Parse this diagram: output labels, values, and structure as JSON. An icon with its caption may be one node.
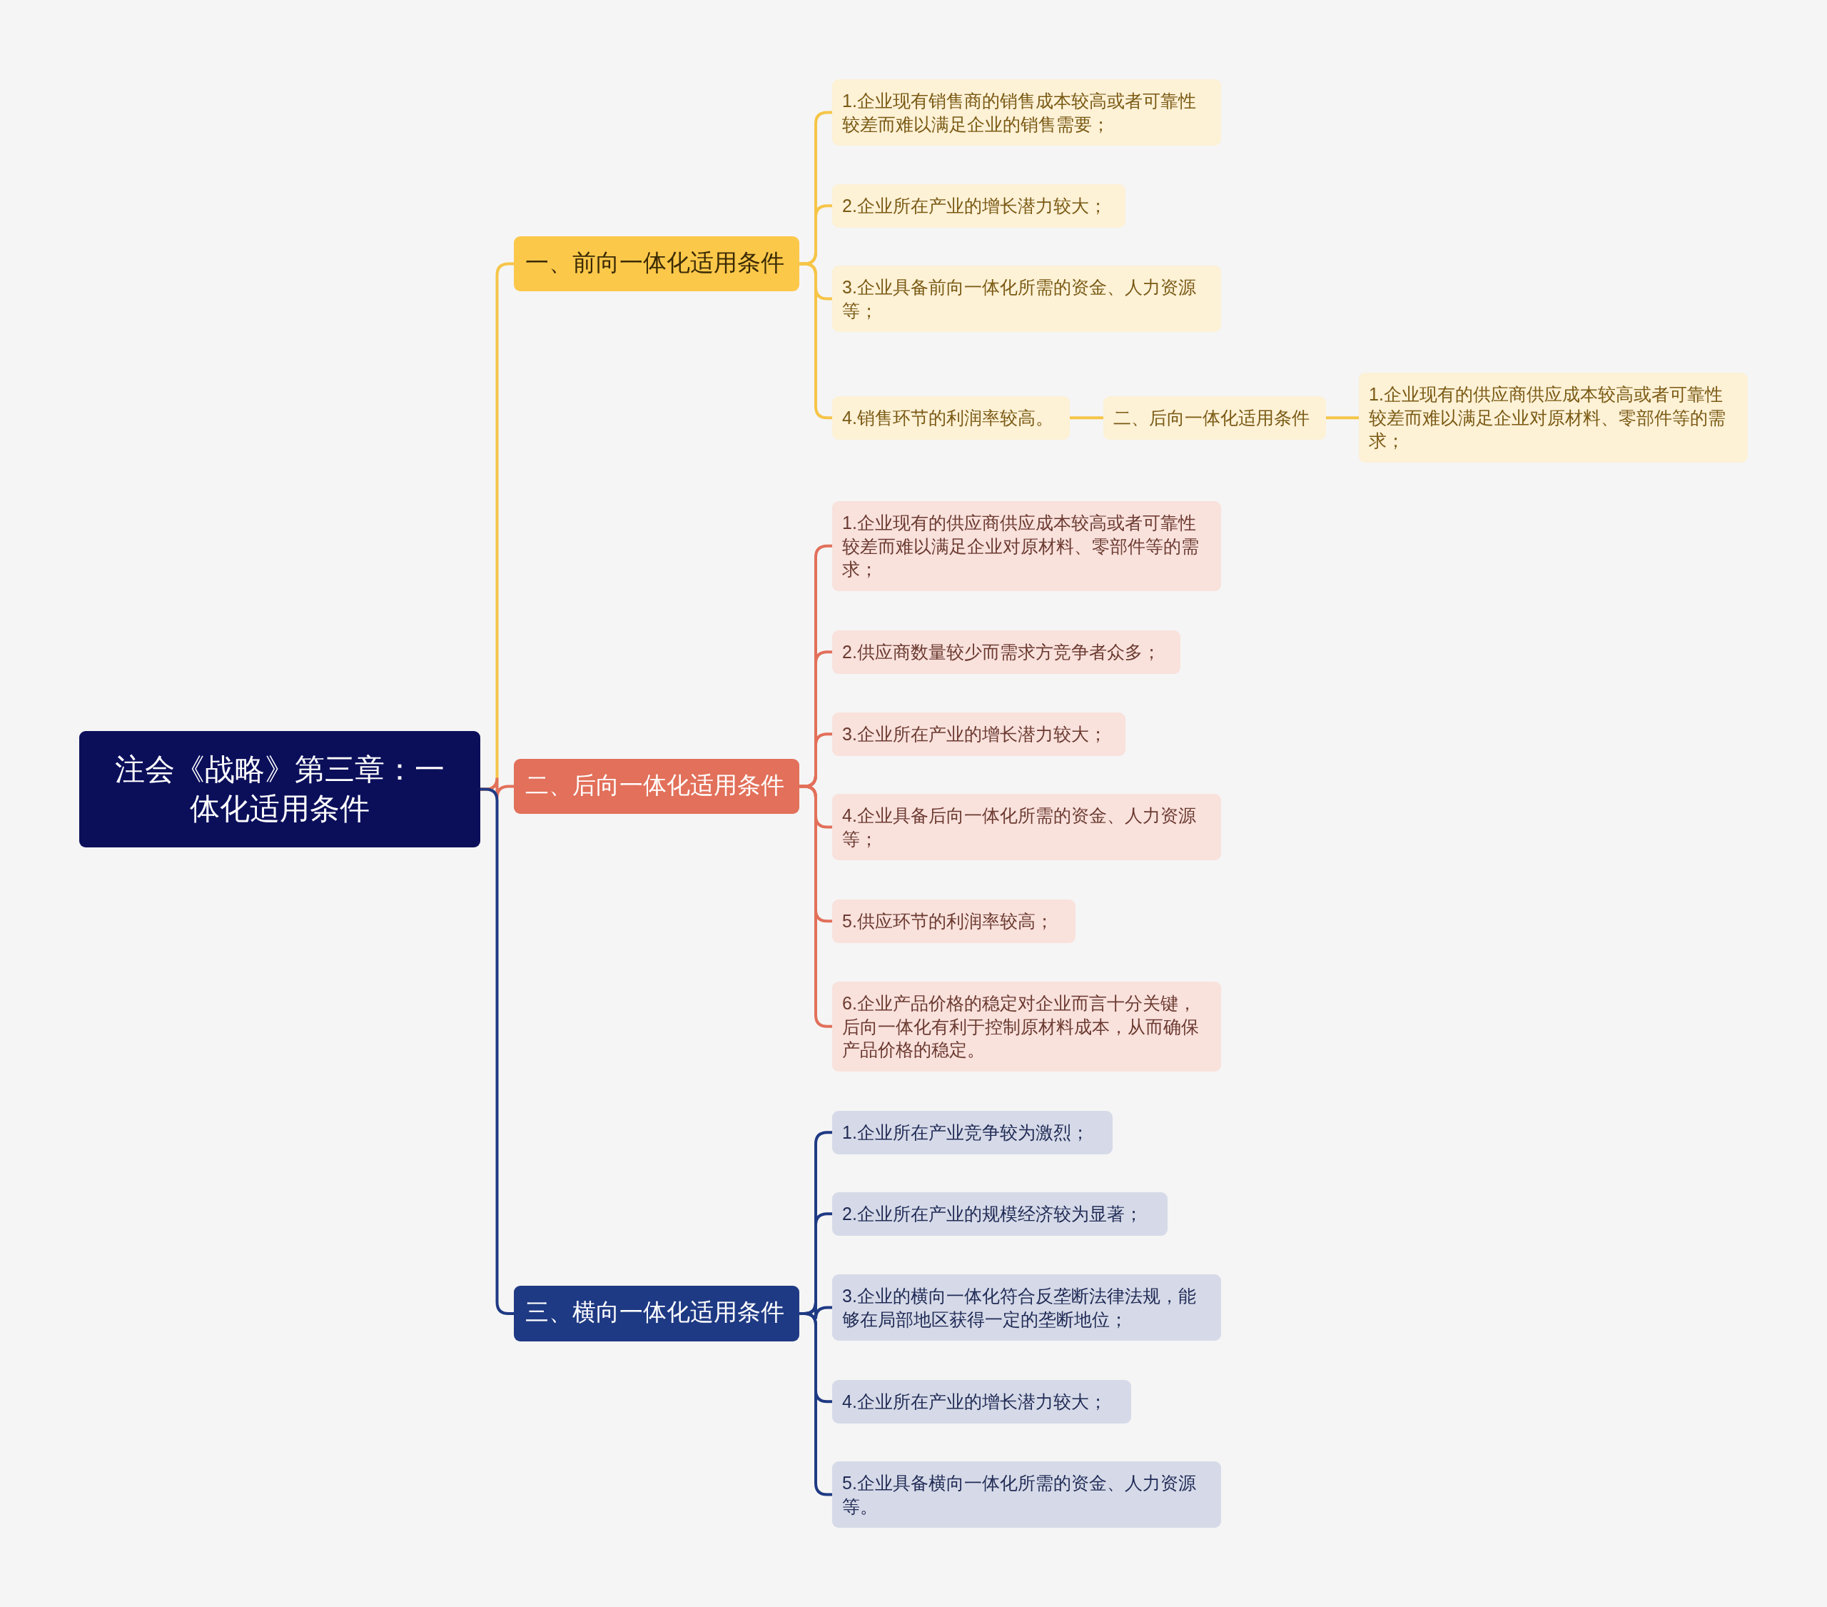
{
  "diagram": {
    "nodes": [
      {
        "text": [
          "注会《战略》第三章：一体化适用条件"
        ]
      },
      {
        "text": [
          "一、前向一体化适用条件"
        ]
      },
      {
        "text": [
          "1.企业现有销售商的销售成本较高或者可靠性较差而难以满足企业的销售需要；"
        ]
      },
      {
        "text": [
          "2.企业所在产业的增长潜力较大；"
        ]
      },
      {
        "text": [
          "3.企业具备前向一体化所需的资金、人力资源等；"
        ]
      },
      {
        "text": [
          "4.销售环节的利润率较高。"
        ]
      },
      {
        "text": [
          "二、后向一体化适用条件"
        ]
      },
      {
        "text": [
          "1.企业现有的供应商供应成本较高或者可靠性较差而难以满足企业对原材料、零部件等的需求；"
        ]
      },
      {
        "text": [
          "二、后向一体化适用条件"
        ]
      },
      {
        "text": [
          "1.企业现有的供应商供应成本较高或者可靠性较差而难以满足企业对原材料、零部件等的需求；"
        ]
      },
      {
        "text": [
          "2.供应商数量较少而需求方竞争者众多；"
        ]
      },
      {
        "text": [
          "3.企业所在产业的增长潜力较大；"
        ]
      },
      {
        "text": [
          "4.企业具备后向一体化所需的资金、人力资源等；"
        ]
      },
      {
        "text": [
          "5.供应环节的利润率较高；"
        ]
      },
      {
        "text": [
          "6.企业产品价格的稳定对企业而言十分关键，后向一体化有利于控制原材料成本，从而确保产品价格的稳定。"
        ]
      },
      {
        "text": [
          "三、横向一体化适用条件"
        ]
      },
      {
        "text": [
          "1.企业所在产业竞争较为激烈；"
        ]
      },
      {
        "text": [
          "2.企业所在产业的规模经济较为显著；"
        ]
      },
      {
        "text": [
          "3.企业的横向一体化符合反垄断法律法规，能够在局部地区获得一定的垄断地位；"
        ]
      },
      {
        "text": [
          "4.企业所在产业的增长潜力较大；"
        ]
      },
      {
        "text": [
          "5.企业具备横向一体化所需的资金、人力资源等。"
        ]
      }
    ],
    "edges": [
      {
        "from": 0,
        "to": 1,
        "arrow": "none",
        "color": "#f6c548"
      },
      {
        "from": 0,
        "to": 8,
        "arrow": "none",
        "color": "#e2705a"
      },
      {
        "from": 0,
        "to": 15,
        "arrow": "none",
        "color": "#1f3a84"
      },
      {
        "from": 1,
        "to": 2,
        "arrow": "none",
        "color": "#f6c548"
      },
      {
        "from": 1,
        "to": 3,
        "arrow": "none",
        "color": "#f6c548"
      },
      {
        "from": 1,
        "to": 4,
        "arrow": "none",
        "color": "#f6c548"
      },
      {
        "from": 1,
        "to": 5,
        "arrow": "none",
        "color": "#f6c548"
      },
      {
        "from": 5,
        "to": 6,
        "arrow": "none",
        "color": "#f6c548"
      },
      {
        "from": 6,
        "to": 7,
        "arrow": "none",
        "color": "#f6c548"
      },
      {
        "from": 8,
        "to": 9,
        "arrow": "none",
        "color": "#e2705a"
      },
      {
        "from": 8,
        "to": 10,
        "arrow": "none",
        "color": "#e2705a"
      },
      {
        "from": 8,
        "to": 11,
        "arrow": "none",
        "color": "#e2705a"
      },
      {
        "from": 8,
        "to": 12,
        "arrow": "none",
        "color": "#e2705a"
      },
      {
        "from": 8,
        "to": 13,
        "arrow": "none",
        "color": "#e2705a"
      },
      {
        "from": 8,
        "to": 14,
        "arrow": "none",
        "color": "#e2705a"
      },
      {
        "from": 15,
        "to": 16,
        "arrow": "none",
        "color": "#1f3a84"
      },
      {
        "from": 15,
        "to": 17,
        "arrow": "none",
        "color": "#1f3a84"
      },
      {
        "from": 15,
        "to": 18,
        "arrow": "none",
        "color": "#1f3a84"
      },
      {
        "from": 15,
        "to": 19,
        "arrow": "none",
        "color": "#1f3a84"
      },
      {
        "from": 15,
        "to": 20,
        "arrow": "none",
        "color": "#1f3a84"
      }
    ]
  }
}
